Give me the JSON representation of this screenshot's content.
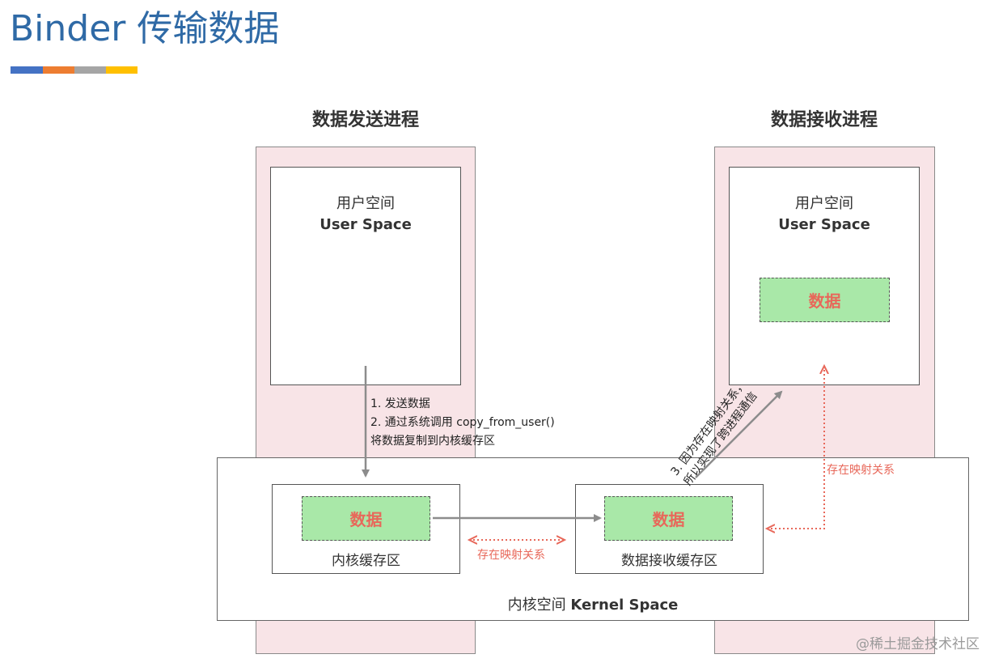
{
  "title": "Binder 传输数据",
  "accent_bars": [
    "#4472c4",
    "#ed7d31",
    "#a5a5a5",
    "#ffc000"
  ],
  "sender": {
    "title": "数据发送进程",
    "user_space_cn": "用户空间",
    "user_space_en": "User Space"
  },
  "receiver": {
    "title": "数据接收进程",
    "user_space_cn": "用户空间",
    "user_space_en": "User Space",
    "data_label": "数据"
  },
  "kernel": {
    "label_cn": "内核空间",
    "label_en": "Kernel Space",
    "kernel_buffer": {
      "data_label": "数据",
      "label": "内核缓存区"
    },
    "recv_buffer": {
      "data_label": "数据",
      "label": "数据接收缓存区"
    }
  },
  "notes": {
    "step1": "1.  发送数据",
    "step2": "2.  通过系统调用 copy_from_user()",
    "step2b": "将数据复制到内核缓存区",
    "step3a": "3. 因为存在映射关系，",
    "step3b": "所以实现了跨进程通信"
  },
  "mapping_label_middle": "存在映射关系",
  "mapping_label_right": "存在映射关系",
  "watermark": "@稀土掘金技术社区",
  "colors": {
    "title_blue": "#2f6aa6",
    "process_bg": "#f8e4e7",
    "data_green": "#a9e8a8",
    "mapping_red": "#e8685a",
    "arrow_gray": "#8c8c8c"
  }
}
